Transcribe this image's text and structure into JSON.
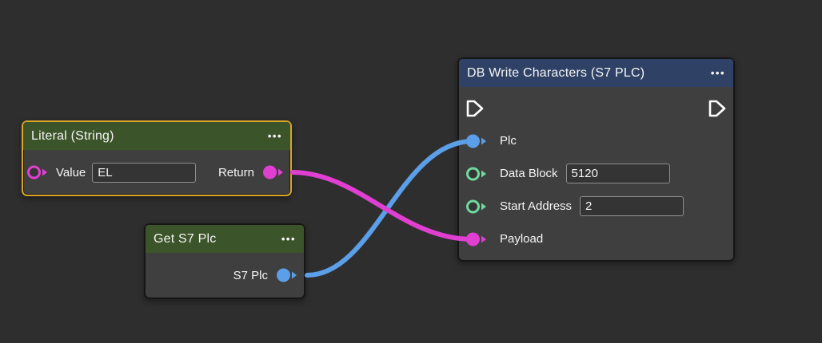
{
  "colors": {
    "background": "#2e2e2e",
    "node_body": "#3f3f3f",
    "node_border": "#161616",
    "header_green": "#3c5429",
    "header_blue": "#2f4266",
    "selection_orange": "#d9a42a",
    "port_magenta": "#e03fd2",
    "port_blue": "#5b9fe8",
    "port_green": "#6fd99f",
    "text": "#f5f5f5",
    "field_bg": "#343434",
    "field_border": "#8f8f8f"
  },
  "nodes": {
    "literal": {
      "title": "Literal (String)",
      "menu": "•••",
      "ports": {
        "value_label": "Value",
        "return_label": "Return"
      },
      "fields": {
        "value": "EL"
      }
    },
    "get_s7_plc": {
      "title": "Get S7 Plc",
      "menu": "•••",
      "ports": {
        "output_label": "S7 Plc"
      }
    },
    "db_write": {
      "title": "DB Write Characters (S7 PLC)",
      "menu": "•••",
      "ports": {
        "plc_label": "Plc",
        "data_block_label": "Data Block",
        "start_address_label": "Start Address",
        "payload_label": "Payload"
      },
      "fields": {
        "data_block": "5120",
        "start_address": "2"
      }
    }
  },
  "wires": [
    {
      "name": "s7plc-to-plc",
      "color": "#5b9fe8"
    },
    {
      "name": "return-to-payload",
      "color": "#e03fd2"
    }
  ]
}
